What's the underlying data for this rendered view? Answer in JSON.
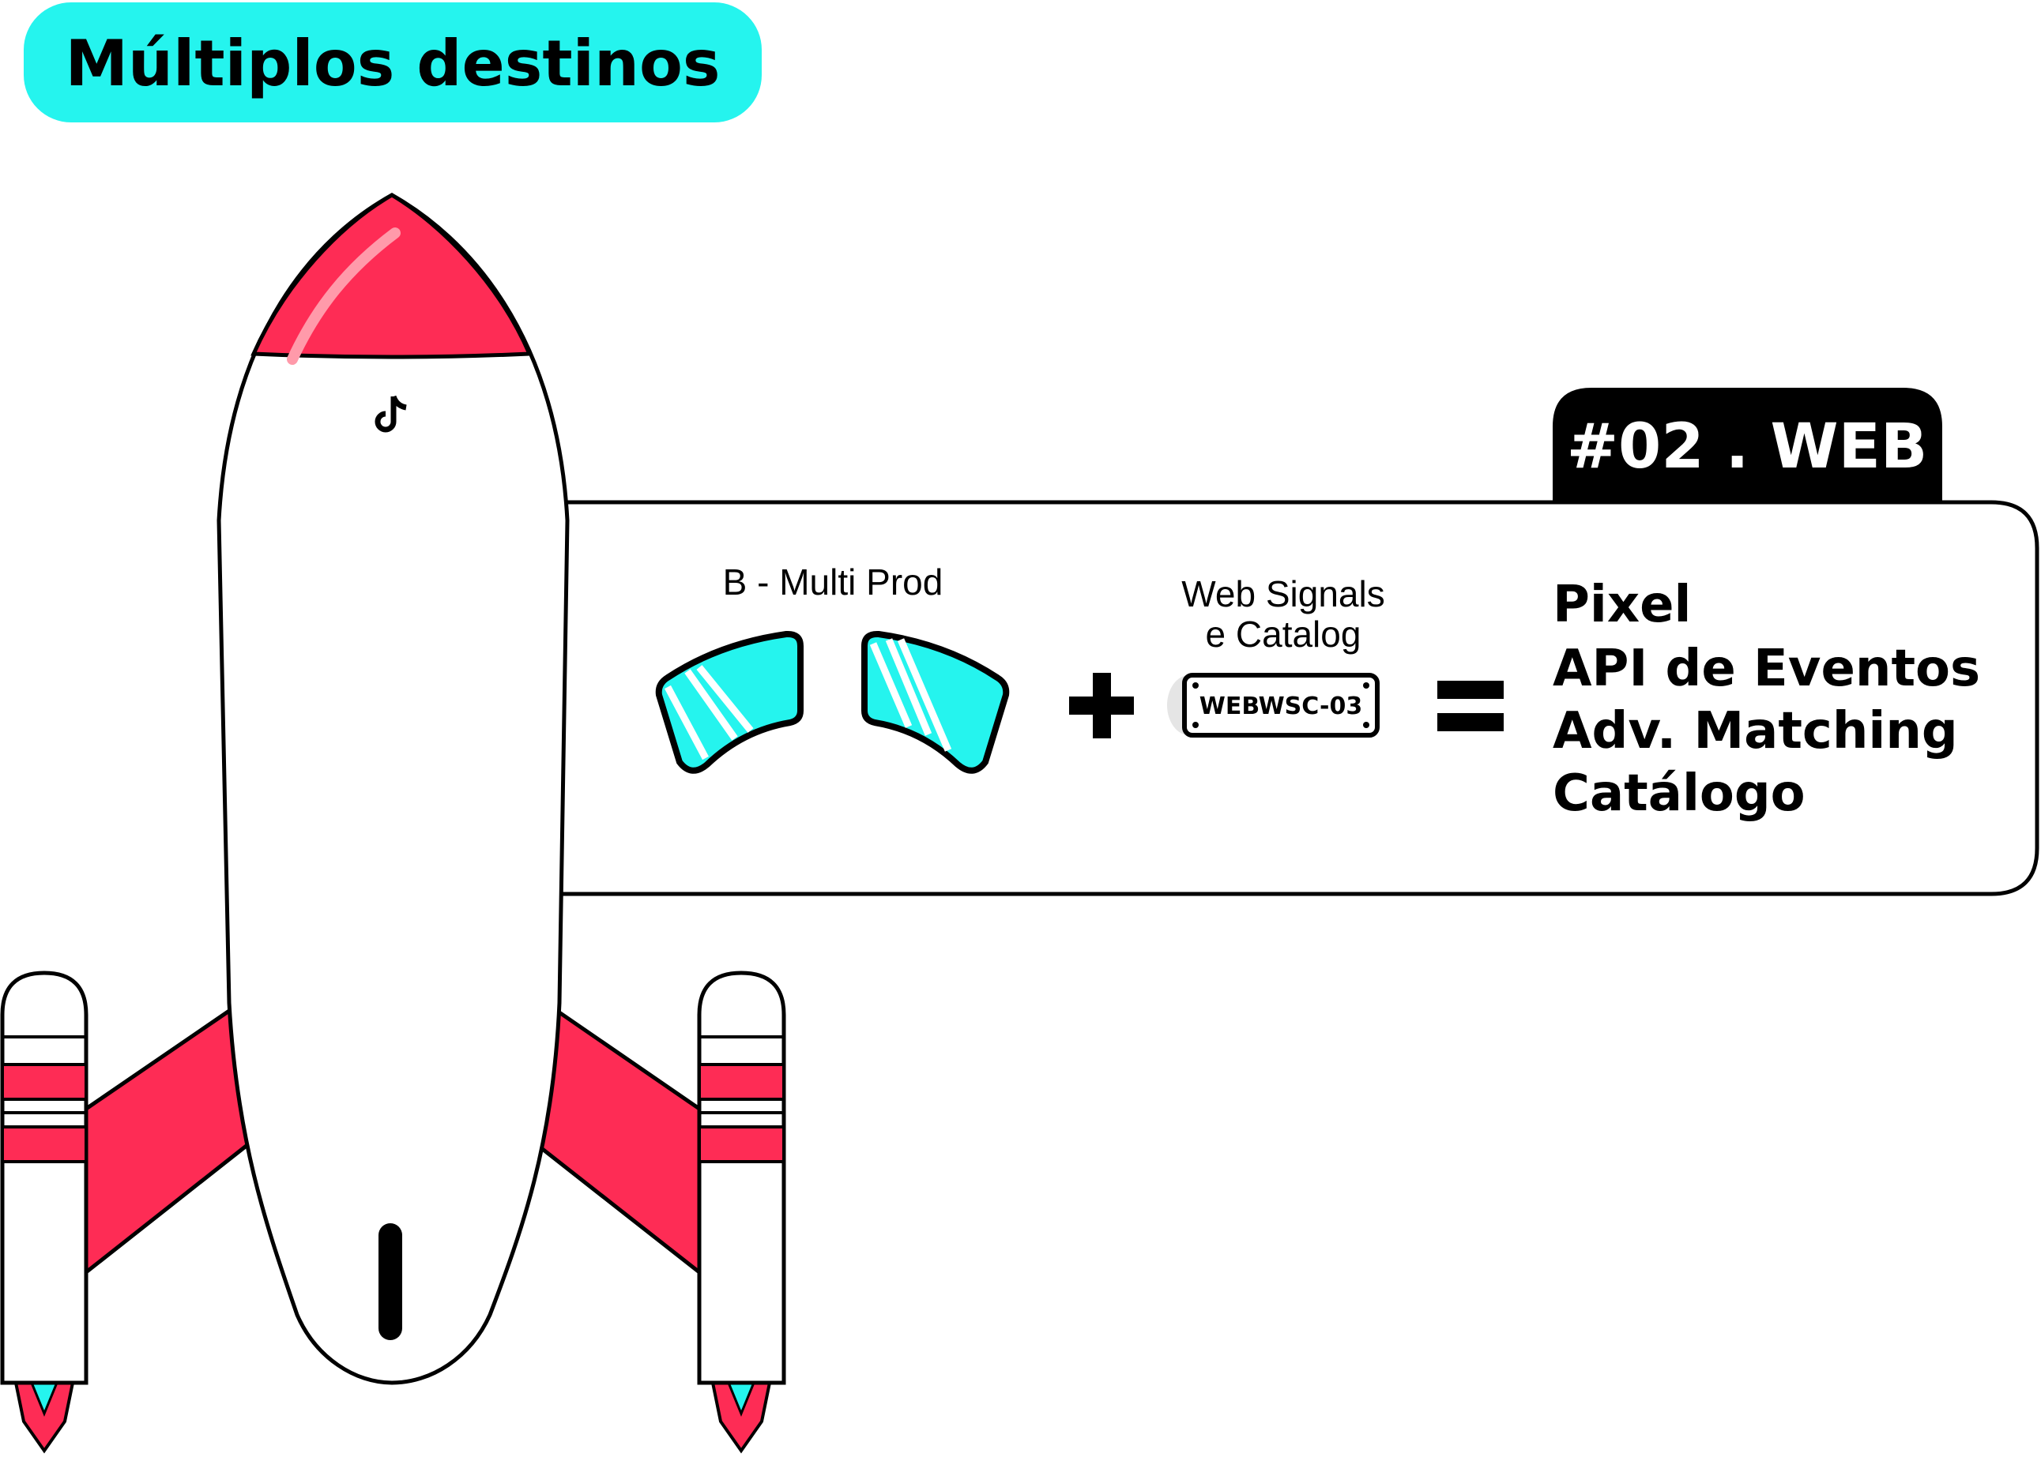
{
  "title": "Múltiplos destinos",
  "tab_label": "#02 . WEB",
  "left_label": "B - Multi Prod",
  "middle_label": [
    "Web Signals",
    "e Catalog"
  ],
  "plate_text": "WEBWSC-03",
  "operators": {
    "plus": "+",
    "equals": "="
  },
  "results": [
    "Pixel",
    "API de Eventos",
    "Adv. Matching",
    "Catálogo"
  ],
  "colors": {
    "cyan": "#25f4ee",
    "red": "#fe2c55",
    "black": "#000000"
  },
  "logo": "tiktok-logo"
}
